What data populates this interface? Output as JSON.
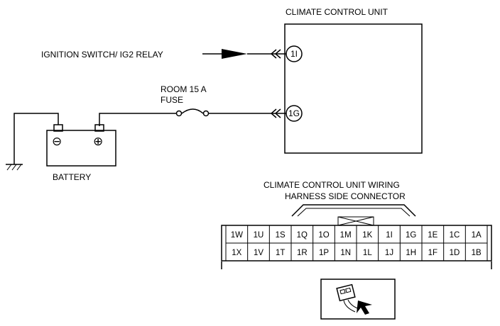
{
  "unit": {
    "title": "CLIMATE CONTROL UNIT",
    "pins": [
      "1I",
      "1G"
    ]
  },
  "inputs": {
    "ignition_label": "IGNITION SWITCH/ IG2 RELAY",
    "fuse_label_line1": "ROOM 15 A",
    "fuse_label_line2": "FUSE",
    "battery_label": "BATTERY",
    "battery_neg": "⊖",
    "battery_pos": "⊕"
  },
  "connector": {
    "title_line1": "CLIMATE CONTROL UNIT WIRING",
    "title_line2": "HARNESS SIDE CONNECTOR",
    "top_row": [
      "1W",
      "1U",
      "1S",
      "1Q",
      "1O",
      "1M",
      "1K",
      "1I",
      "1G",
      "1E",
      "1C",
      "1A"
    ],
    "bottom_row": [
      "1X",
      "1V",
      "1T",
      "1R",
      "1P",
      "1N",
      "1L",
      "1J",
      "1H",
      "1F",
      "1D",
      "1B"
    ]
  },
  "connector_icon": "connector-plug-icon"
}
